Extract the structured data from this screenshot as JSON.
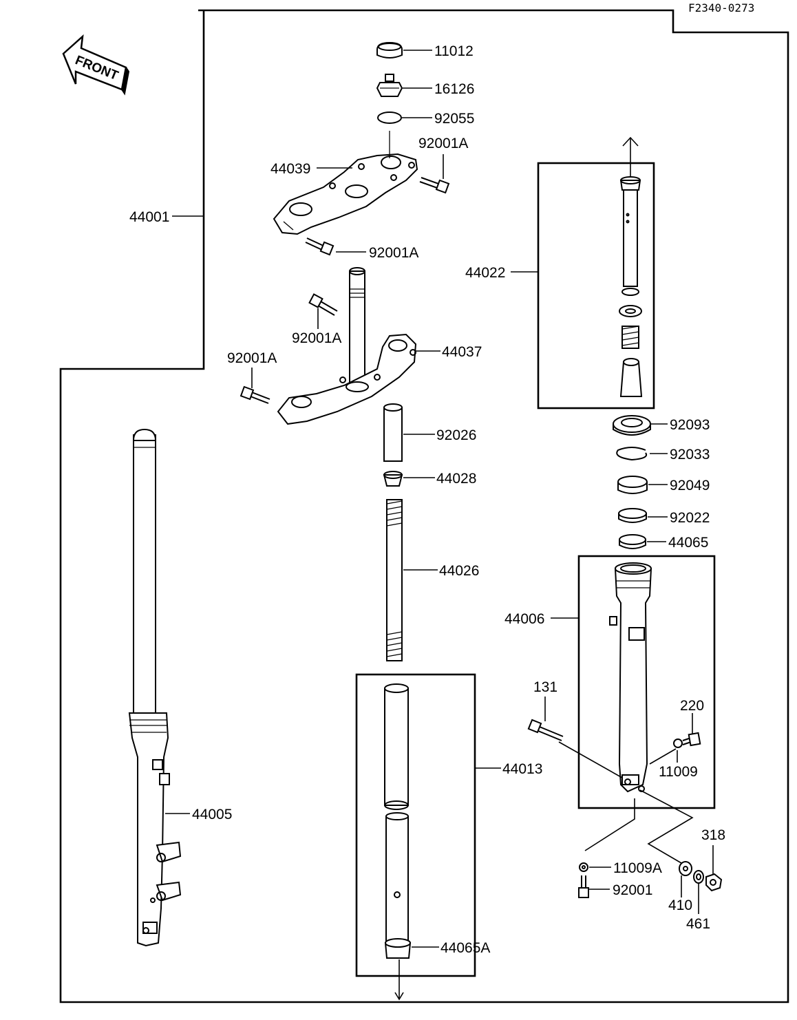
{
  "diagram_code": "F2340-0273",
  "front_arrow_label": "FRONT",
  "parts": {
    "p11012": "11012",
    "p16126": "16126",
    "p92055": "92055",
    "p92001A_top": "92001A",
    "p44039": "44039",
    "p44001": "44001",
    "p92001A_lower": "92001A",
    "p92001A_stem": "92001A",
    "p92001A_left": "92001A",
    "p44037": "44037",
    "p92026": "92026",
    "p44028": "44028",
    "p44026": "44026",
    "p44013": "44013",
    "p44065A": "44065A",
    "p44005": "44005",
    "p44022": "44022",
    "p92093": "92093",
    "p92033": "92033",
    "p92049": "92049",
    "p92022": "92022",
    "p44065": "44065",
    "p44006": "44006",
    "p131": "131",
    "p220": "220",
    "p11009": "11009",
    "p11009A": "11009A",
    "p92001": "92001",
    "p318": "318",
    "p410": "410",
    "p461": "461"
  }
}
